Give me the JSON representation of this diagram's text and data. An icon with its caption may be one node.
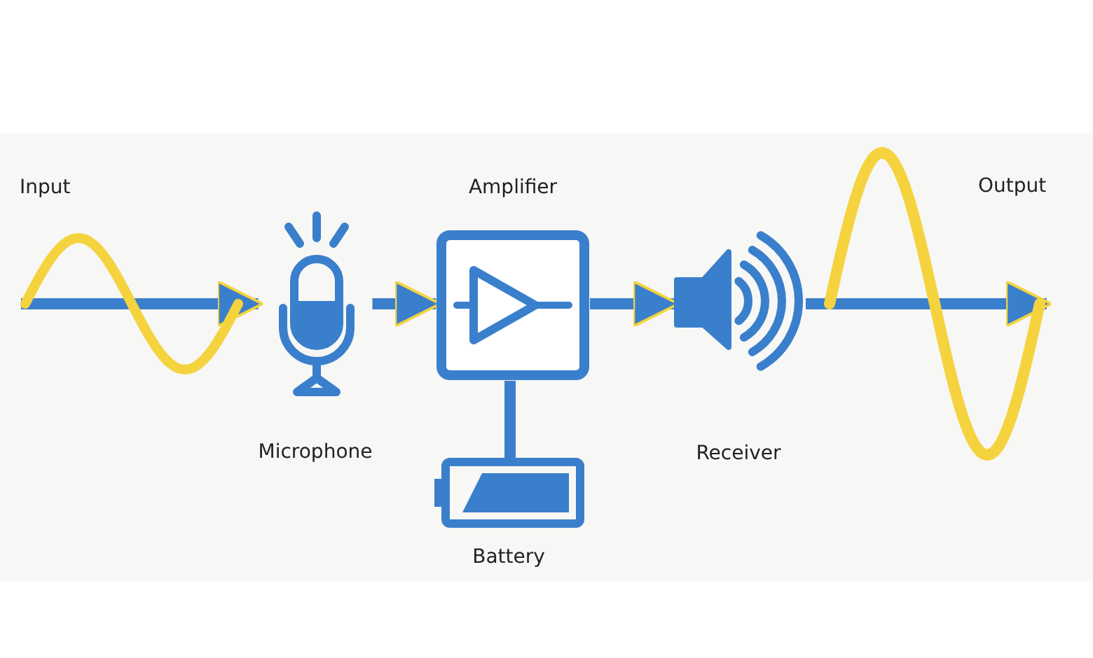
{
  "diagram": {
    "nodes": [
      {
        "text": [
          "Input"
        ]
      },
      {
        "text": [
          "Microphone"
        ]
      },
      {
        "text": [
          "Amplifier"
        ]
      },
      {
        "text": [
          "Battery"
        ]
      },
      {
        "text": [
          "Receiver"
        ]
      },
      {
        "text": [
          "Output"
        ]
      }
    ],
    "edges": [
      {
        "from": 0,
        "to": 1,
        "arrow": "to"
      },
      {
        "from": 1,
        "to": 2,
        "arrow": "to"
      },
      {
        "from": 3,
        "to": 2,
        "arrow": "none"
      },
      {
        "from": 2,
        "to": 4,
        "arrow": "to"
      },
      {
        "from": 4,
        "to": 5,
        "arrow": "to"
      }
    ]
  }
}
